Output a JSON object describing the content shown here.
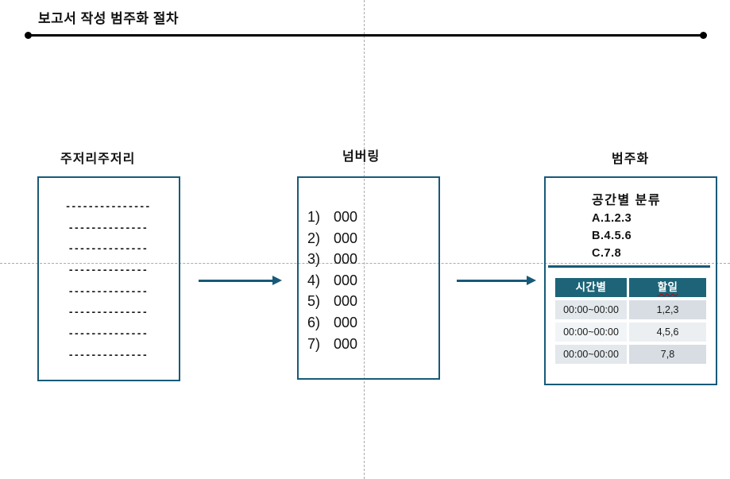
{
  "slide": {
    "title": "보고서 작성 범주화 절차"
  },
  "colors": {
    "accent": "#175a78",
    "table_header_bg": "#1d6478",
    "table_header_text": "#ffffff",
    "row_shade_dark": "#d7dde3",
    "row_shade_light": "#e3e8ec",
    "row_alt_light": "#f2f5f7",
    "guide_gray": "#ababab",
    "rule_black": "#000000",
    "spellcheck_red": "#c00000"
  },
  "flow": {
    "left": {
      "label": "주저리주저리",
      "lines": [
        "---------------",
        "--------------",
        "--------------",
        "--------------",
        "--------------",
        "--------------",
        "--------------",
        "--------------"
      ]
    },
    "middle": {
      "label": "넘버링",
      "items": [
        {
          "num": "1)",
          "text": "000"
        },
        {
          "num": "2)",
          "text": "000"
        },
        {
          "num": "3)",
          "text": "000"
        },
        {
          "num": "4)",
          "text": "000"
        },
        {
          "num": "5)",
          "text": "000"
        },
        {
          "num": "6)",
          "text": "000"
        },
        {
          "num": "7)",
          "text": "000"
        }
      ]
    },
    "right": {
      "label": "범주화",
      "section_title": "공간별 분류",
      "categories": [
        "A.1.2.3",
        "B.4.5.6",
        "C.7.8"
      ],
      "table": {
        "headers": [
          "시간별",
          "할일"
        ],
        "rows": [
          [
            "00:00~00:00",
            "1,2,3"
          ],
          [
            "00:00~00:00",
            "4,5,6"
          ],
          [
            "00:00~00:00",
            "7,8"
          ]
        ]
      }
    }
  }
}
